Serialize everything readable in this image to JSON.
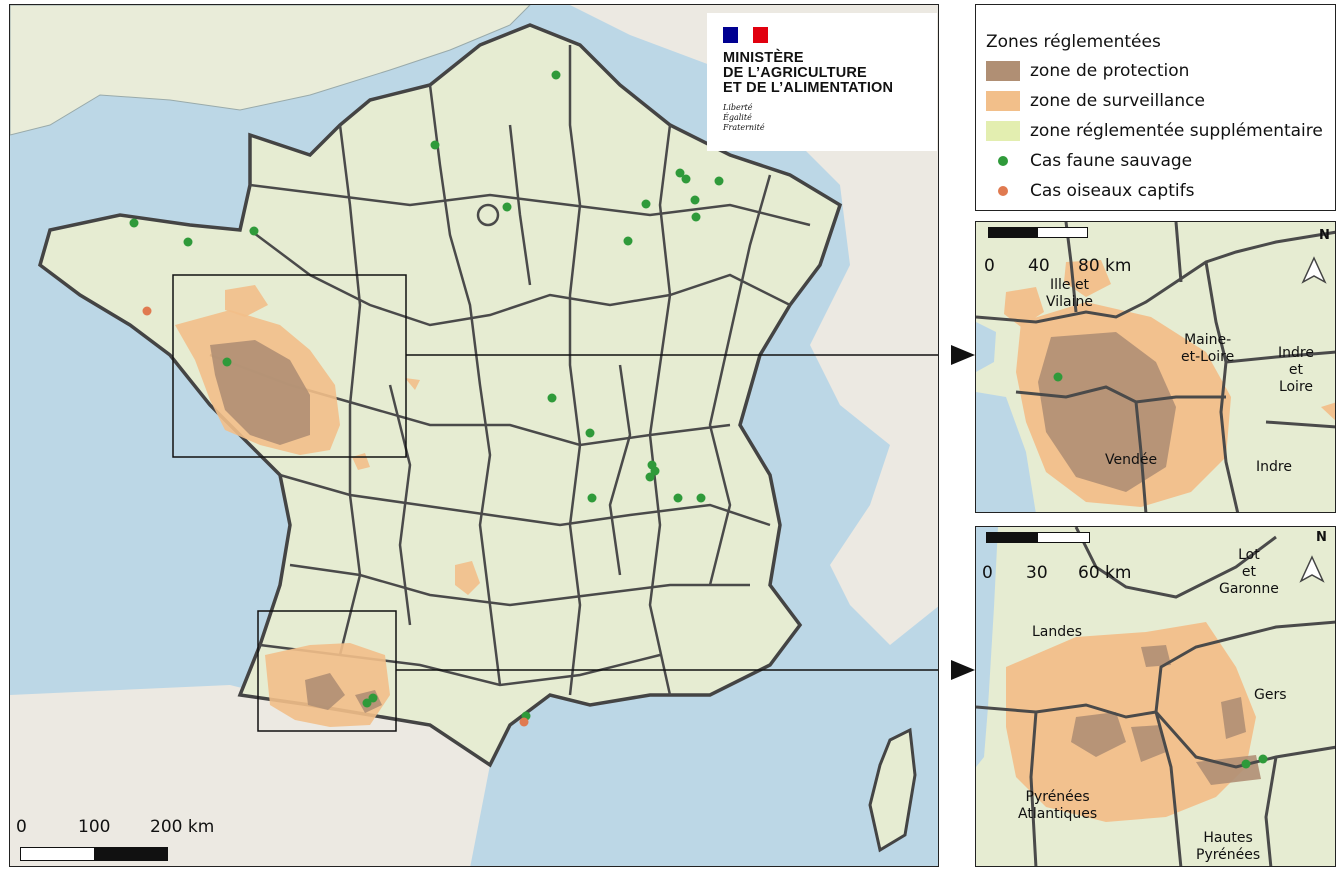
{
  "logo": {
    "ministry_line1": "MINISTÈRE",
    "ministry_line2": "DE L’AGRICULTURE",
    "ministry_line3": "ET DE L’ALIMENTATION",
    "motto_1": "Liberté",
    "motto_2": "Égalité",
    "motto_3": "Fraternité",
    "flag_colors": [
      "#000091",
      "#ffffff",
      "#e1000f"
    ]
  },
  "legend": {
    "title": "Zones réglementées",
    "items": [
      {
        "label": "zone de protection",
        "color": "#b08f74"
      },
      {
        "label": "zone de surveillance",
        "color": "#f2bf8a"
      },
      {
        "label": "zone réglementée supplémentaire",
        "color": "#e3eeb0"
      },
      {
        "label": "Cas faune sauvage",
        "color": "#2f9a3a"
      },
      {
        "label": "Cas oiseaux captifs",
        "color": "#e07a50"
      }
    ]
  },
  "main_scale": {
    "l0": "0",
    "l1": "100",
    "l2": "200 km"
  },
  "inset_top": {
    "scale": {
      "l0": "0",
      "l1": "40",
      "l2": "80 km"
    },
    "north": "N",
    "labels": [
      "Ille et\nVilaine",
      "Maine-\net-Loire",
      "Indre\net\nLoire",
      "Vendée",
      "Indre"
    ]
  },
  "inset_bottom": {
    "scale": {
      "l0": "0",
      "l1": "30",
      "l2": "60 km"
    },
    "north": "N",
    "labels": [
      "Lot\net\nGaronne",
      "Landes",
      "Gers",
      "Pyrénées\nAtlantiques",
      "Hautes\nPyrénées"
    ]
  },
  "colors": {
    "sea": "#bcd7e6",
    "land": "#eef0df",
    "land_green": "#dde8c4",
    "foreign": "#ece9e2",
    "border": "#4a4a4a"
  }
}
